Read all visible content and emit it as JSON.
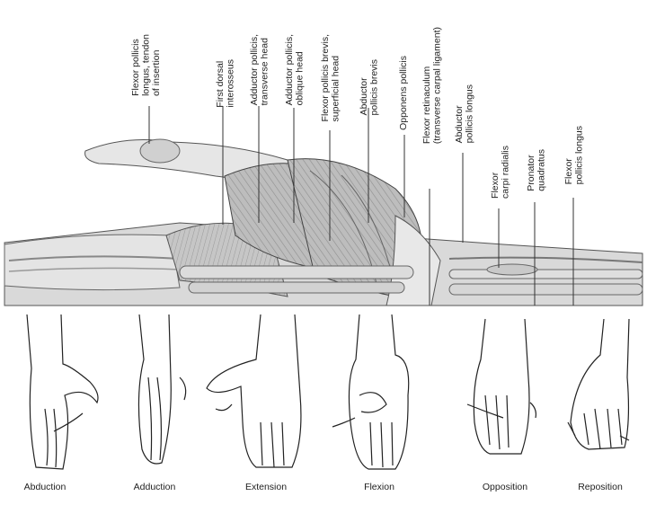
{
  "muscles": [
    {
      "id": "fpl-tendon",
      "label": "Flexor pollicis\nlongus, tendon\nof insertion"
    },
    {
      "id": "first-dorsal-interosseus",
      "label": "First dorsal\ninterosseus"
    },
    {
      "id": "adductor-transverse",
      "label": "Adductor pollicis,\ntransverse head"
    },
    {
      "id": "adductor-oblique",
      "label": "Adductor pollicis,\noblique head"
    },
    {
      "id": "fpb-superficial",
      "label": "Flexor pollicis brevis,\nsuperficial head"
    },
    {
      "id": "abductor-pollicis-brevis",
      "label": "Abductor\npollicis brevis"
    },
    {
      "id": "opponens-pollicis",
      "label": "Opponens pollicis"
    },
    {
      "id": "flexor-retinaculum",
      "label": "Flexor retinaculum\n(transverse carpal ligament)"
    },
    {
      "id": "abductor-pollicis-longus",
      "label": "Abductor\npollicis longus"
    },
    {
      "id": "flexor-carpi-radialis",
      "label": "Flexor\ncarpi radialis"
    },
    {
      "id": "pronator-quadratus",
      "label": "Pronator\nquadratus"
    },
    {
      "id": "flexor-pollicis-longus",
      "label": "Flexor\npollicis longus"
    }
  ],
  "movements": [
    {
      "id": "abduction",
      "label": "Abduction"
    },
    {
      "id": "adduction",
      "label": "Adduction"
    },
    {
      "id": "extension",
      "label": "Extension"
    },
    {
      "id": "flexion",
      "label": "Flexion"
    },
    {
      "id": "opposition",
      "label": "Opposition"
    },
    {
      "id": "reposition",
      "label": "Reposition"
    }
  ],
  "colors": {
    "line": "#333333",
    "muscle_fill": "#b9b9b9",
    "tendon_fill": "#e2e2e2",
    "bone_fill": "#d4d4d4"
  }
}
